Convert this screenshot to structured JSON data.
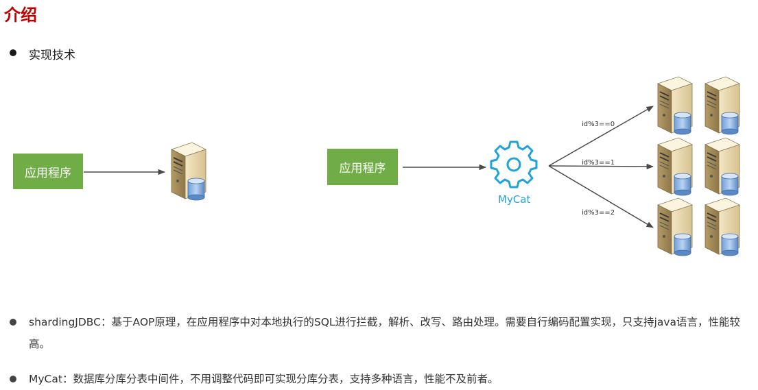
{
  "title": "介绍",
  "section": {
    "heading": "实现技术"
  },
  "diagram": {
    "left_app_label": "应用程序",
    "right_app_label": "应用程序",
    "mycat_label": "MyCat",
    "routes": [
      "id%3==0",
      "id%3==1",
      "id%3==2"
    ],
    "icons": [
      "server-database-icon",
      "gear-icon"
    ]
  },
  "notes": [
    "shardingJDBC：基于AOP原理，在应用程序中对本地执行的SQL进行拦截，解析、改写、路由处理。需要自行编码配置实现，只支持java语言，性能较高。",
    "MyCat：数据库分库分表中间件，不用调整代码即可实现分库分表，支持多种语言，性能不及前者。"
  ],
  "colors": {
    "title": "#c00000",
    "app_box": "#70ad47",
    "mycat": "#1fa3d9"
  }
}
